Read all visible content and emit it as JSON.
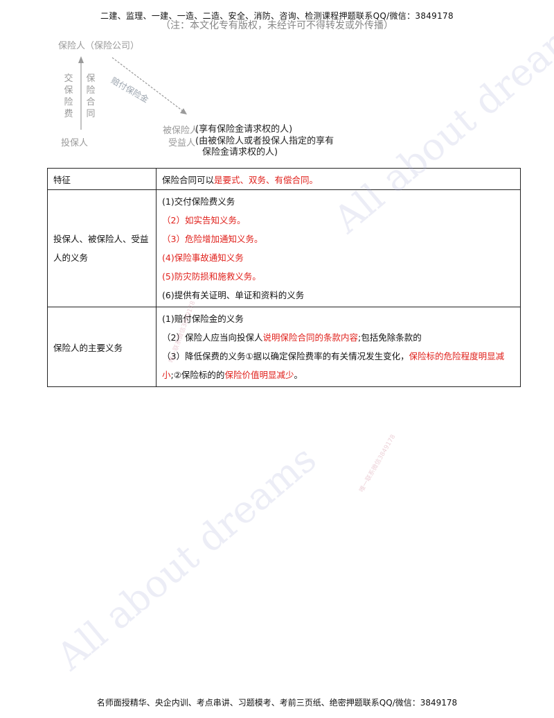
{
  "header": {
    "line1": "二建、监理、一建、一造、二造、安全、消防、咨询、检测课程押题联系QQ/微信：3849178",
    "line2": "（注：本文化专有版权，未经许可不得转发或外传播）"
  },
  "diagram": {
    "insurer": "保险人（保险公司）",
    "left_vertical": "交保险费",
    "right_vertical": "保险合同",
    "policyholder": "投保人",
    "diagonal_label": "赔付保险金",
    "insured_left": "被保险人",
    "beneficiary_left": "受益人",
    "right_line1": "(享有保险金请求权的人)",
    "right_line2": "(由被保险人或者投保人指定的享有",
    "right_line3": "保险金请求权的人)"
  },
  "table": {
    "row1": {
      "label": "特征",
      "value_prefix": "保险合同可以",
      "value_red": "是要式、双务、有偿合同。"
    },
    "row2": {
      "label": "投保人、被保险人、受益人的义务",
      "items": [
        {
          "text": "(1)交付保险费义务",
          "red": false
        },
        {
          "text": "（2）如实告知义务。",
          "red": true
        },
        {
          "text": "（3）危险增加通知义务。",
          "red": true
        },
        {
          "text": "(4)保险事故通知义务",
          "red": true
        },
        {
          "text": "(5)防灾防损和施救义务。",
          "red": true
        },
        {
          "text": "(6)提供有关证明、单证和资料的义务",
          "red": false
        }
      ]
    },
    "row3": {
      "label": "保险人的主要义务",
      "item1": "(1)赔付保险金的义务",
      "item2_prefix": "（2）保险人应当向投保人",
      "item2_red": "说明保险合同的条款内容",
      "item2_suffix": ";包括免除条款的",
      "item3_prefix": "（3）降低保费的义务①据以确定保险费率的有关情况发生变化，",
      "item3_red1": "保险标的危险程度明显减小",
      "item3_mid": ";②保险标的的",
      "item3_red2": "保险价值明显减少",
      "item3_end": "。"
    }
  },
  "watermarks": {
    "large1": "All about dreams",
    "large2": "All about dreams",
    "small1": "唯一联系微信3849178",
    "small2": "唯一联系微信3849178"
  },
  "footer": {
    "text": "名师面授精华、央企内训、考点串讲、习题模考、考前三页纸、绝密押题联系QQ/微信：3849178"
  },
  "colors": {
    "red": "#e0201b",
    "border": "#222222",
    "watermark": "#aab0d8"
  }
}
